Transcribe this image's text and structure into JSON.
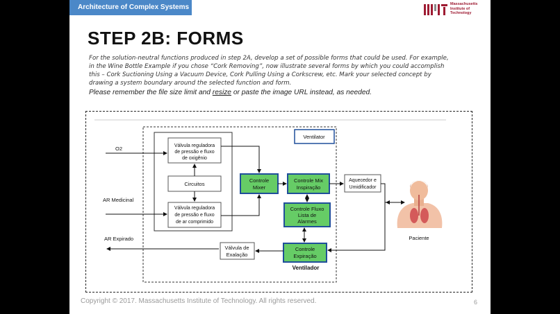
{
  "header": {
    "course": "Architecture of Complex Systems"
  },
  "logo": {
    "mark": "MIT",
    "lines": [
      "Massachusetts",
      "Institute of",
      "Technology"
    ]
  },
  "slide": {
    "title": "STEP 2B: FORMS",
    "description": "For the solution-neutral functions produced in step 2A, develop a set of possible forms that could be used. For example, in the Wine Bottle Example if you chose “Cork Removing”, now illustrate several forms by which you could accomplish this – Cork Suctioning Using a Vacuum Device, Cork Pulling Using a Corkscrew, etc.  Mark your selected concept by drawing a system boundary around the selected function and form.",
    "note_before": "Please remember the file size limit and ",
    "note_link": "resize",
    "note_after": " or paste the image URL instead, as needed."
  },
  "diagram": {
    "ventilator_label": "Ventilator",
    "ventilador_label": "Ventilador",
    "o2_label": "O2",
    "ar_medicinal_label": "AR Medicinal",
    "ar_expirado_label": "AR Expirado",
    "valve_oxygen": [
      "Válvula reguladora",
      "de pressão e fluxo",
      "de oxigênio"
    ],
    "circuitos": "Circuitos",
    "valve_air": [
      "Válvula reguladora",
      "de pressão e fluxo",
      "de ar comprimido"
    ],
    "controle_mixer": [
      "Controle",
      "Mixer"
    ],
    "controle_mix": [
      "Controle Mix",
      "Inspiração"
    ],
    "controle_fluxo": [
      "Controle Fluxo",
      "Lista de",
      "Alarmes"
    ],
    "controle_expiracao": [
      "Controle",
      "Expiração"
    ],
    "aquecedor": [
      "Aquecedor e",
      "Umidificador"
    ],
    "valvula_exalacao": [
      "Válvula de",
      "Exalação"
    ],
    "paciente": "Paciente",
    "colors": {
      "green_fill": "#66cc66",
      "blue_border": "#1f4e9a"
    }
  },
  "footer": {
    "copyright": "Copyright © 2017. Massachusetts Institute of Technology. All rights reserved.",
    "page": "6"
  }
}
